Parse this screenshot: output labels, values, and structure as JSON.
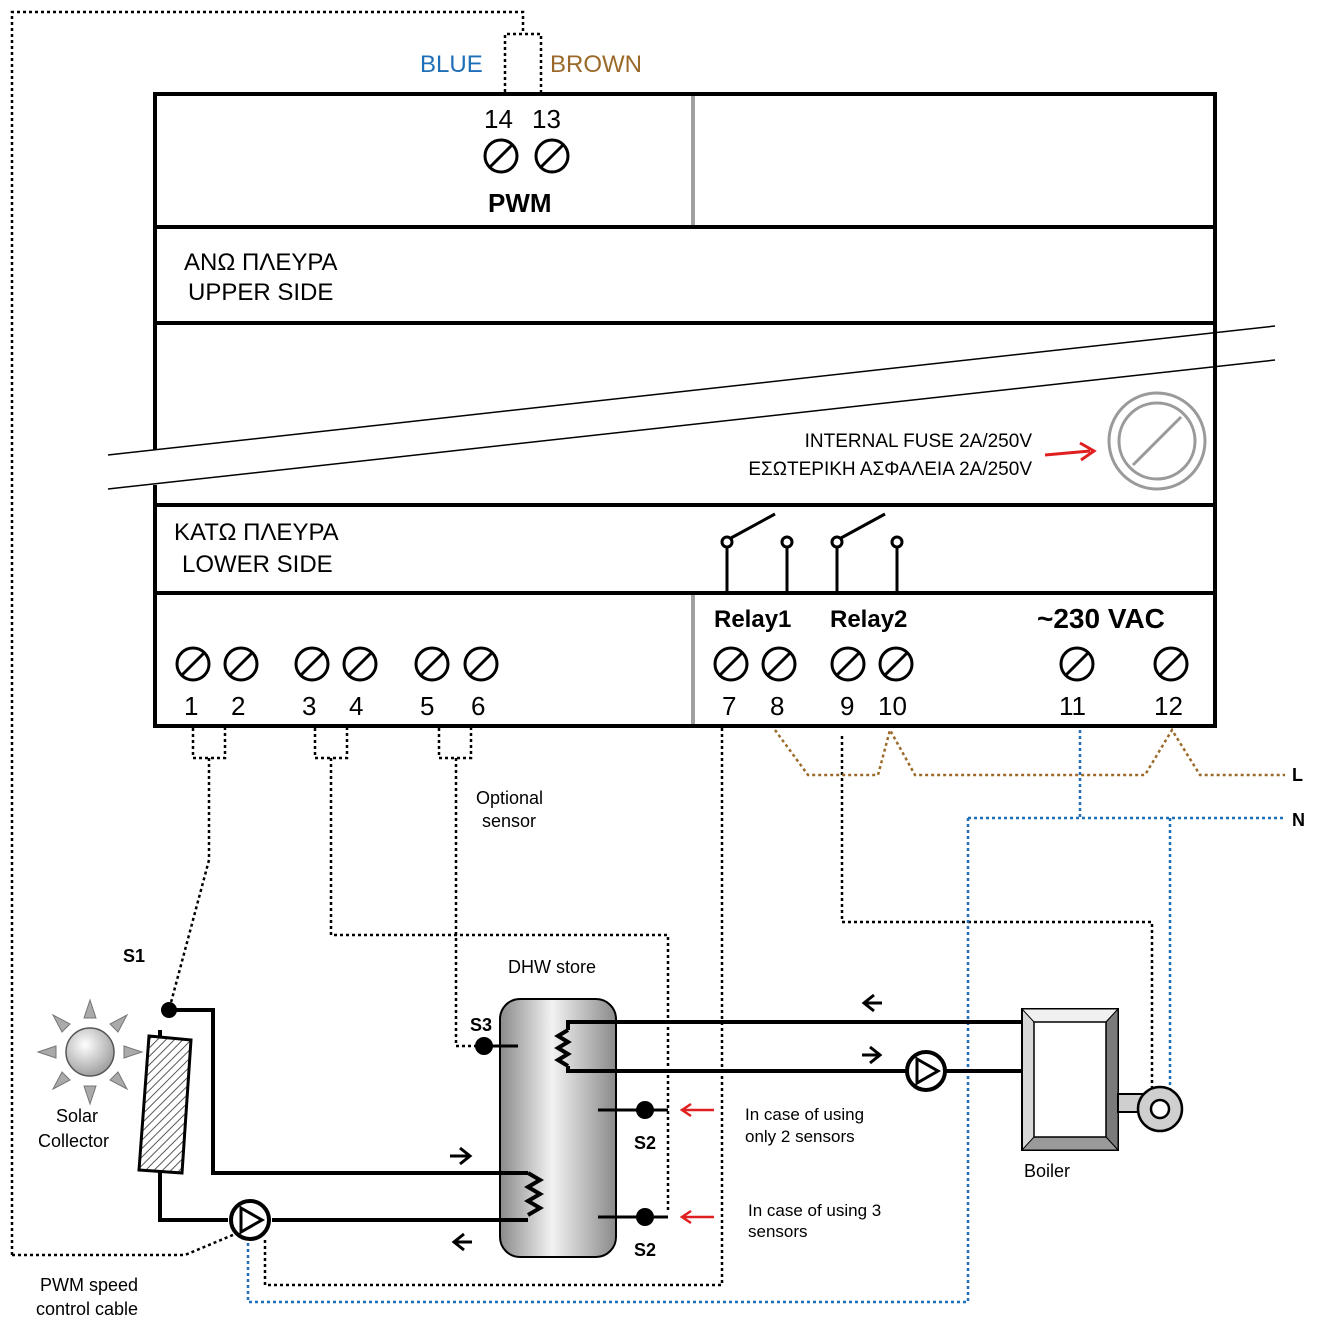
{
  "wire_labels": {
    "blue": "BLUE",
    "brown": "BROWN",
    "live": "L",
    "neutral": "N"
  },
  "pwm_block": {
    "terminals": [
      "14",
      "13"
    ],
    "label": "PWM"
  },
  "upper_side": {
    "greek": "ΑΝΩ ΠΛΕΥΡΑ",
    "english": "UPPER SIDE"
  },
  "fuse": {
    "english": "INTERNAL FUSE 2A/250V",
    "greek": "ΕΣΩΤΕΡΙΚΗ ΑΣΦΑΛΕΙΑ 2A/250V"
  },
  "lower_side": {
    "greek": "ΚΑΤΩ ΠΛΕΥΡΑ",
    "english": "LOWER SIDE"
  },
  "relays": [
    "Relay1",
    "Relay2"
  ],
  "power": "~230 VAC",
  "terminals": [
    "1",
    "2",
    "3",
    "4",
    "5",
    "6",
    "7",
    "8",
    "9",
    "10",
    "11",
    "12"
  ],
  "optional_sensor": [
    "Optional",
    "sensor"
  ],
  "sensors": {
    "s1": "S1",
    "s2_upper": "S2",
    "s2_lower": "S2",
    "s3": "S3"
  },
  "solar_collector": [
    "Solar",
    "Collector"
  ],
  "dhw_store": "DHW store",
  "boiler": "Boiler",
  "notes": {
    "two_sensors": [
      "In case of using",
      "only 2 sensors"
    ],
    "three_sensors": [
      "In case of using 3",
      "sensors"
    ]
  },
  "pwm_cable": [
    "PWM speed",
    "control cable"
  ],
  "colors": {
    "blue_wire": "#1f6fb8",
    "brown_wire": "#9b6a2a",
    "arrow_red": "#e02020",
    "grey": "#a0a0a0"
  }
}
